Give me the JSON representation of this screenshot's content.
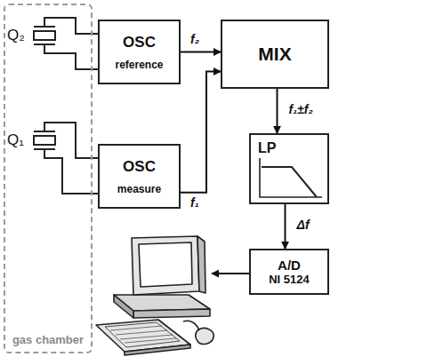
{
  "diagram": {
    "nodes": [
      {
        "text": [
          "gas chamber"
        ]
      },
      {
        "text": [
          "OSC",
          "reference"
        ]
      },
      {
        "text": [
          "OSC",
          "measure"
        ]
      },
      {
        "text": [
          "MIX"
        ]
      },
      {
        "text": [
          "LP"
        ]
      },
      {
        "text": [
          "A/D",
          "NI 5124"
        ]
      }
    ],
    "edges": [
      {
        "from": 1,
        "to": 3,
        "arrow": "to",
        "label": "f₂"
      },
      {
        "from": 2,
        "to": 3,
        "arrow": "to",
        "label": "f₁"
      },
      {
        "from": 3,
        "to": 4,
        "arrow": "to",
        "label": "f₁±f₂"
      },
      {
        "from": 4,
        "to": 5,
        "arrow": "to",
        "label": "Δf"
      }
    ],
    "labels": [
      "Q₂",
      "Q₁"
    ]
  }
}
